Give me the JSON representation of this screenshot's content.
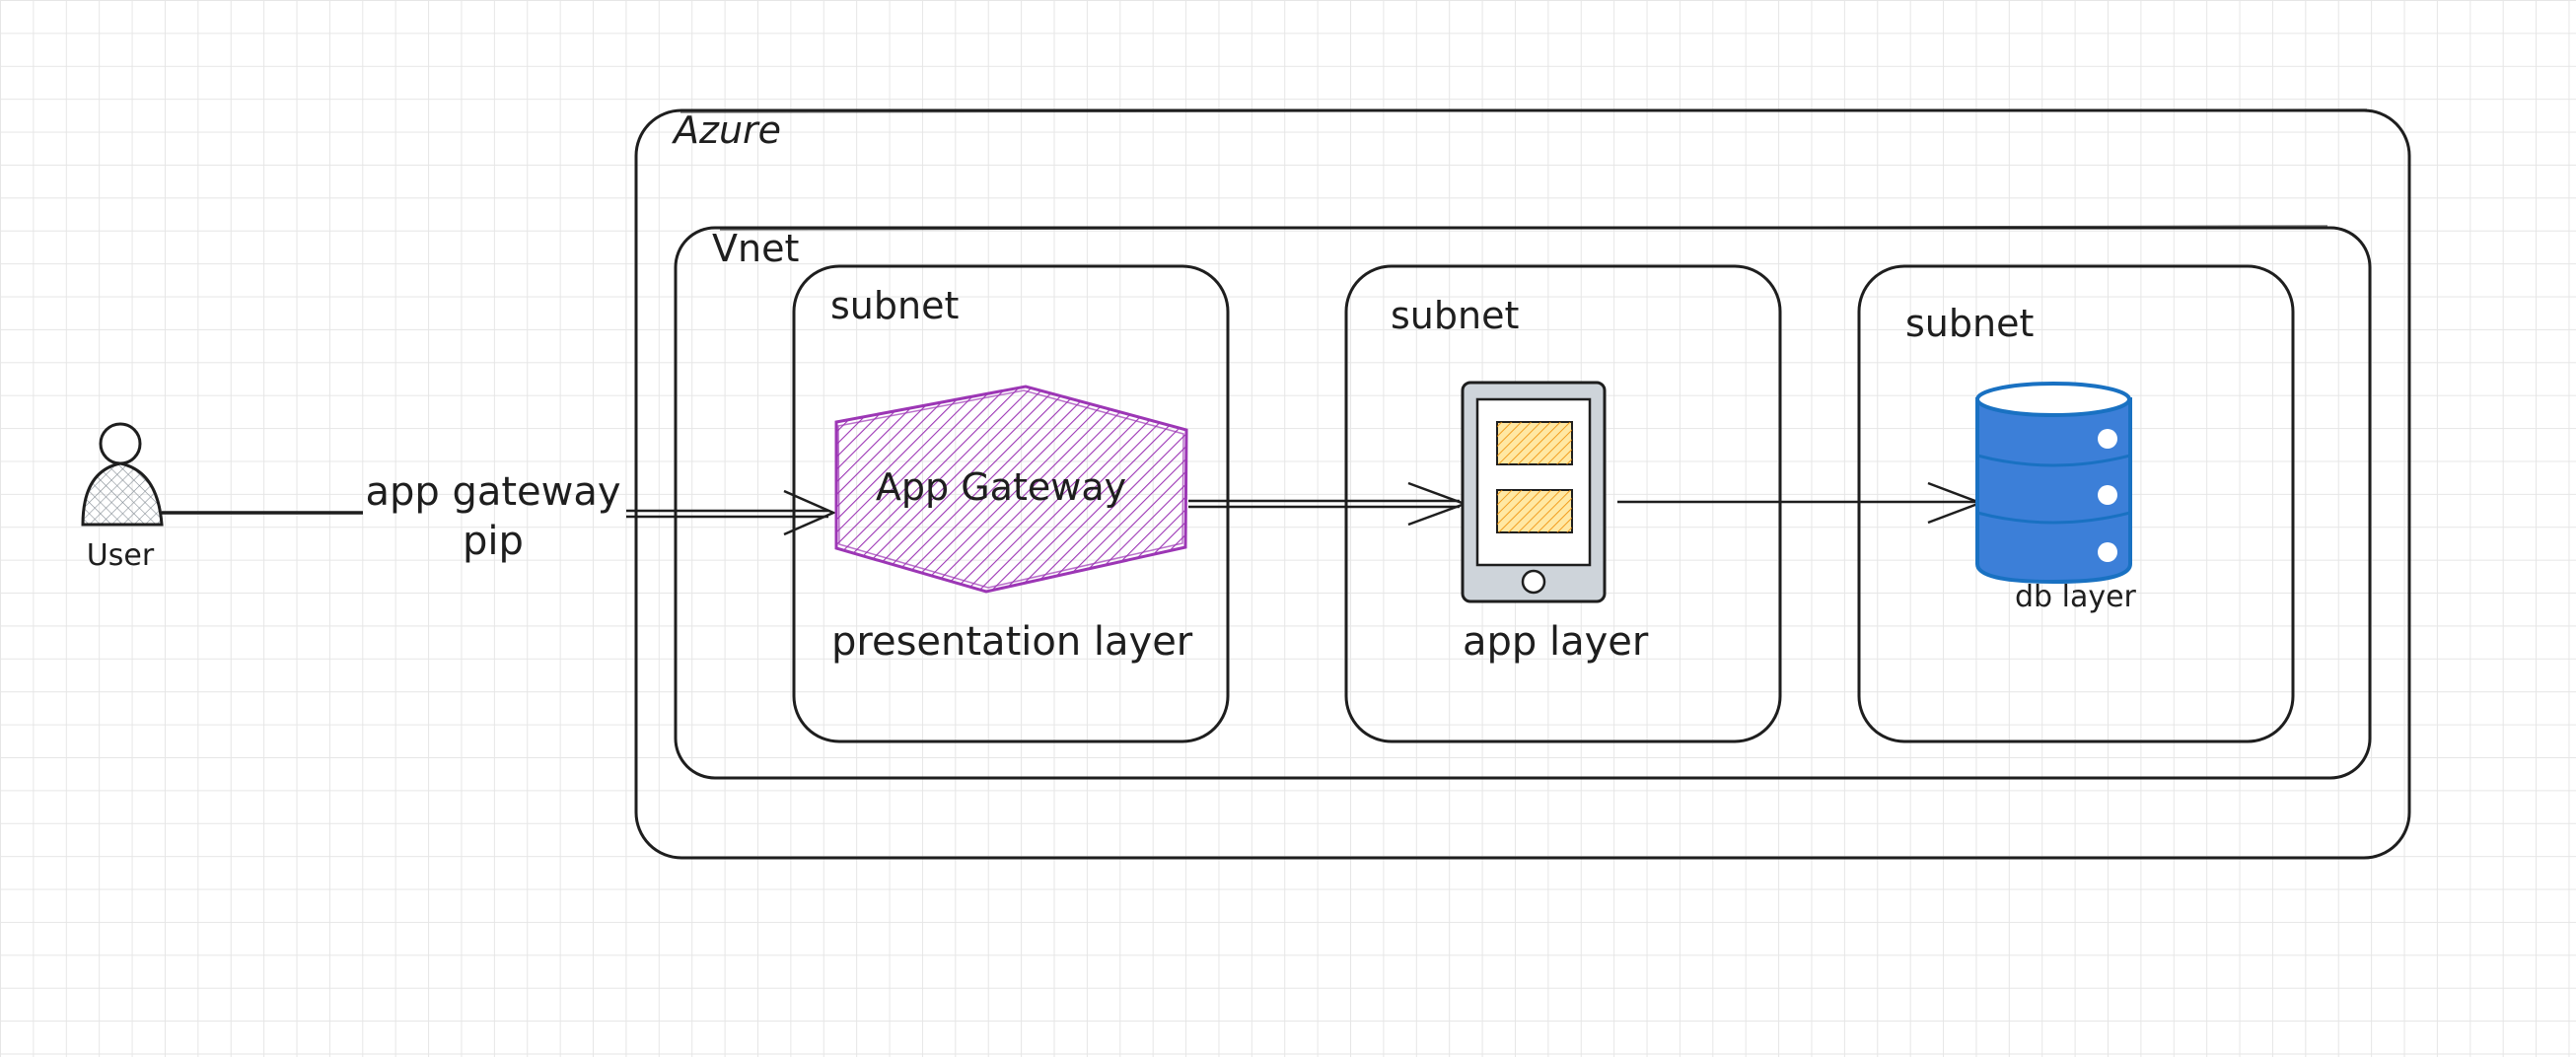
{
  "title": "Azure three-tier architecture diagram",
  "user": {
    "label": "User",
    "icon": "user-icon"
  },
  "connector_label": "app gateway\npip",
  "azure": {
    "label": "Azure"
  },
  "vnet": {
    "label": "Vnet"
  },
  "subnets": [
    {
      "label": "subnet",
      "component": "App Gateway",
      "component_icon": "hexagon-icon",
      "layer_label": "presentation layer"
    },
    {
      "label": "subnet",
      "component": "",
      "component_icon": "mobile-device-icon",
      "layer_label": "app layer"
    },
    {
      "label": "subnet",
      "component": "",
      "component_icon": "database-icon",
      "layer_label": "db layer"
    }
  ],
  "colors": {
    "stroke": "#1e1e1e",
    "gateway": "#9c36b5",
    "database": "#1971c2",
    "database_fill": "#3c7fd8",
    "device_fill": "#ced4da",
    "device_panel": "#ffd43b"
  }
}
